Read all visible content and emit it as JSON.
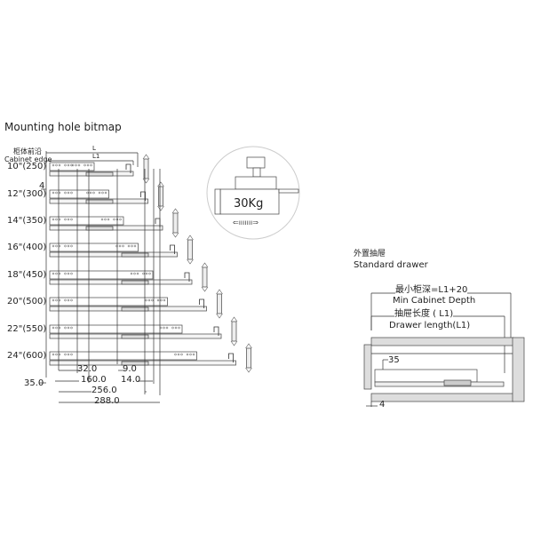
{
  "left_panel": {
    "title": "Mounting hole bitmap",
    "cabinet_edge_cn": "柜体前沿",
    "cabinet_edge_en": "Cabinet edge",
    "dim_L": "L",
    "dim_L1": "L1",
    "dim_4": "4",
    "sizes": [
      "10\"(250)",
      "12\"(300)",
      "14\"(350)",
      "16\"(400)",
      "18\"(450)",
      "20\"(500)",
      "22\"(550)",
      "24\"(600)"
    ],
    "dims": {
      "d32": "32.0",
      "d160": "160.0",
      "d256": "256.0",
      "d288": "288.0",
      "d35": "35.0",
      "d9": "9.0",
      "d14": "14.0"
    }
  },
  "load_badge": {
    "load": "30Kg"
  },
  "right_panel": {
    "title_cn": "外置抽屉",
    "title_en": "Standard drawer",
    "min_depth_cn": "最小柜深=L1+20",
    "min_depth_en": "Min Cabinet Depth",
    "drawer_len_cn": "抽屉长度 ( L1)",
    "drawer_len_en": "Drawer length(L1)",
    "dim_35": "35",
    "dim_4": "4"
  }
}
